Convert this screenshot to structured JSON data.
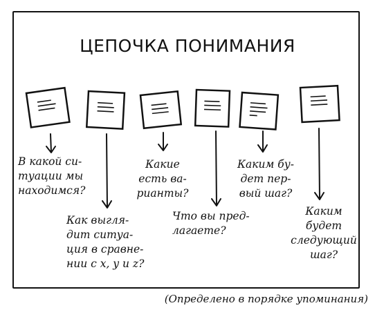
{
  "title": "ЦЕПОЧКА ПОНИМАНИЯ",
  "questions": [
    "В какой си-\nтуации мы\nнаходимся?",
    "Как выгля-\nдит ситуа-\nция в сравне-\nнии с x, y и z?",
    "Какие\nесть ва-\nрианты?",
    "Что вы пред-\nлагаете?",
    "Каким бу-\nдет пер-\nвый шаг?",
    "Каким\nбудет\nследующий\nшаг?"
  ],
  "caption": "(Определено в порядке упоминания)",
  "icons": [
    "document-icon",
    "document-icon",
    "document-icon",
    "document-icon",
    "document-icon",
    "document-icon"
  ]
}
